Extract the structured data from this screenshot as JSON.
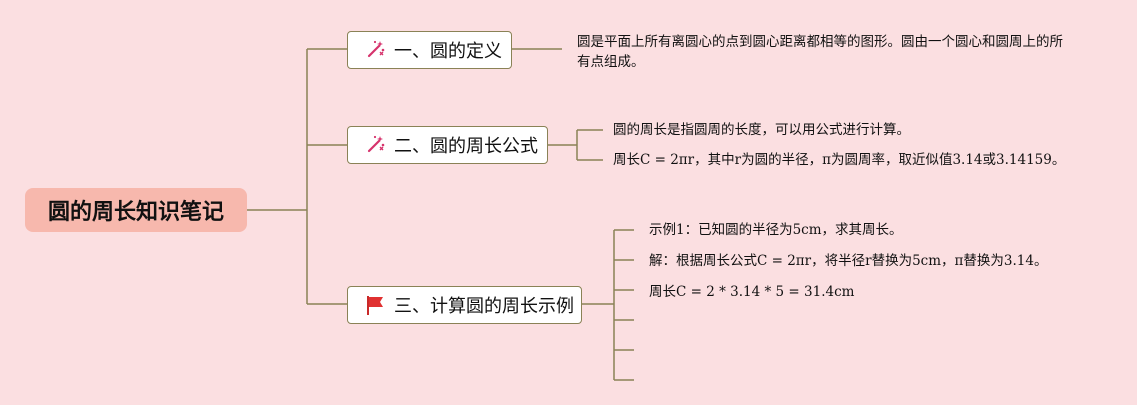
{
  "root": {
    "title": "圆的周长知识笔记"
  },
  "branches": [
    {
      "icon": "magic-wand-icon",
      "label": "一、圆的定义",
      "notes": [
        "圆是平面上所有离圆心的点到圆心距离都相等的图形。圆由一个圆心和圆周上的所有点组成。"
      ]
    },
    {
      "icon": "magic-wand-icon",
      "label": "二、圆的周长公式",
      "notes": [
        "圆的周长是指圆周的长度，可以用公式进行计算。",
        "周长C = 2πr，其中r为圆的半径，π为圆周率，取近似值3.14或3.14159。"
      ]
    },
    {
      "icon": "red-flag-icon",
      "label": "三、计算圆的周长示例",
      "notes": [
        "示例1：已知圆的半径为5cm，求其周长。",
        "解：根据周长公式C = 2πr，将半径r替换为5cm，π替换为3.14。",
        "周长C = 2 * 3.14 * 5 = 31.4cm",
        "",
        "",
        ""
      ]
    }
  ],
  "colors": {
    "background": "#fbdfe1",
    "root_fill": "#f7b8ad",
    "line": "#8a8256",
    "wand": "#d6336c",
    "flag": "#e03131"
  }
}
